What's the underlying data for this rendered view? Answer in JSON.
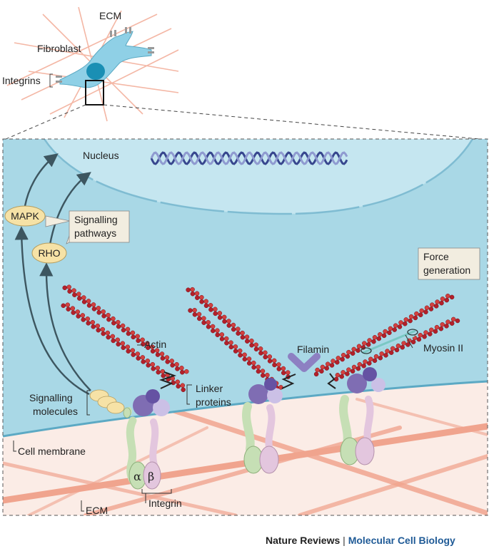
{
  "inset": {
    "ecm": "ECM",
    "fibroblast": "Fibroblast",
    "integrins": "Integrins"
  },
  "labels": {
    "nucleus": "Nucleus",
    "mapk": "MAPK",
    "rho": "RHO",
    "signalling_pathways": [
      "Signalling",
      "pathways"
    ],
    "force_generation": [
      "Force",
      "generation"
    ],
    "actin": "Actin",
    "filamin": "Filamin",
    "myosin": "Myosin II",
    "linker_proteins": [
      "Linker",
      "proteins"
    ],
    "signalling_molecules": [
      "Signalling",
      "molecules"
    ],
    "cell_membrane": "Cell membrane",
    "alpha": "α",
    "beta": "β",
    "integrin": "Integrin",
    "ecm": "ECM"
  },
  "credit": {
    "publisher": "Nature Reviews",
    "separator": "|",
    "journal": "Molecular Cell Biology"
  },
  "colors": {
    "cytoplasm": "#a9d8e6",
    "nucleus": "#c5e6f0",
    "ecm_bg": "#fbece6",
    "ecm_fibre": "#f0a48e",
    "actin": "#b2202a",
    "alpha_subunit": "#c6dfb5",
    "beta_subunit": "#e3c6de",
    "linker": "#7f6db3",
    "signalling": "#f6e2a6",
    "label_box": "#f2ede0"
  }
}
